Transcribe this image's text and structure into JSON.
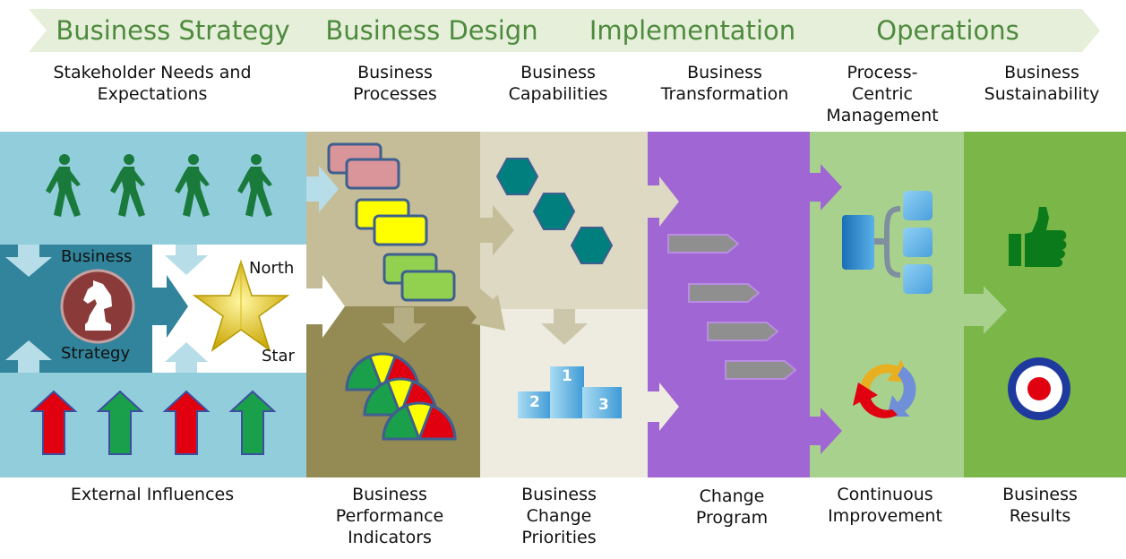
{
  "phases": [
    {
      "label": "Business Strategy"
    },
    {
      "label": "Business Design"
    },
    {
      "label": "Implementation"
    },
    {
      "label": "Operations"
    }
  ],
  "top_captions": [
    "Stakeholder Needs and\nExpectations",
    "Business\nProcesses",
    "Business\nCapabilities",
    "Business\nTransformation",
    "Process-\nCentric\nManagement",
    "Business\nSustainability"
  ],
  "bottom_captions": [
    "External Influences",
    "Business\nPerformance\nIndicators",
    "Business\nChange\nPriorities",
    "Change\nProgram",
    "Continuous\nImprovement",
    "Business\nResults"
  ],
  "strategy": {
    "business": "Business",
    "strategy": "Strategy",
    "north": "North",
    "star": "Star"
  },
  "podium": {
    "first": "1",
    "second": "2",
    "third": "3"
  },
  "colors": {
    "phase_fill": "#e6efd9",
    "phase_text": "#4e8a3e",
    "light_blue": "#92cddc",
    "dark_teal": "#31849b",
    "khaki": "#c4bd97",
    "olive": "#948a54",
    "beige": "#ddd9c3",
    "light_beige": "#eeece1",
    "purple": "#a066d3",
    "light_green": "#a9d18e",
    "green": "#7ab648"
  }
}
